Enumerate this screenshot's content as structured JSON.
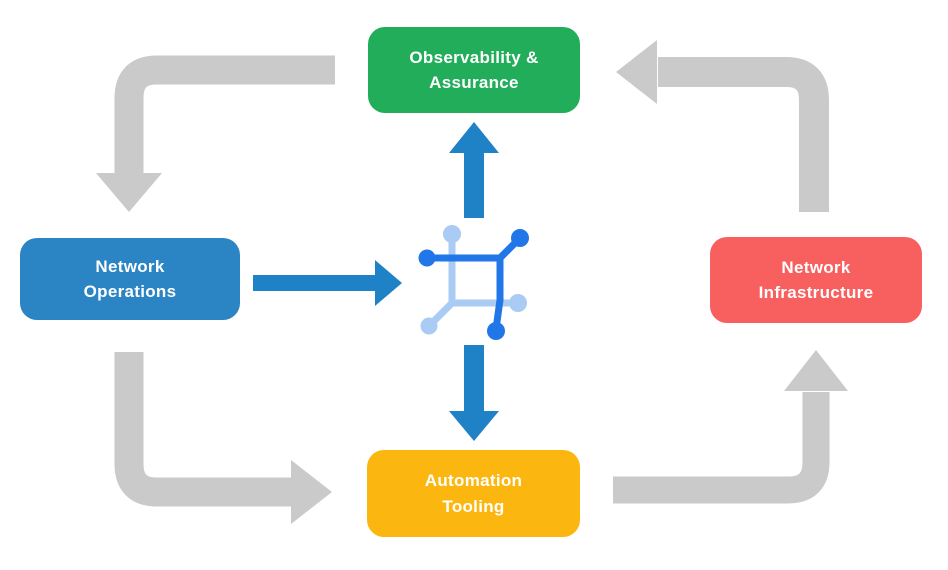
{
  "diagram": {
    "type": "cycle-flow-diagram",
    "nodes": [
      {
        "id": "observability-assurance",
        "label": "Observability &\nAssurance",
        "color": "#22AD5B"
      },
      {
        "id": "network-operations",
        "label": "Network\nOperations",
        "color": "#2B85C4"
      },
      {
        "id": "network-infrastructure",
        "label": "Network\nInfrastructure",
        "color": "#F85F5F"
      },
      {
        "id": "automation-tooling",
        "label": "Automation\nTooling",
        "color": "#FBB70F"
      }
    ],
    "center_icon": "network-mesh",
    "flows": {
      "outer_cycle": [
        {
          "from": "Observability & Assurance",
          "to": "Network Operations"
        },
        {
          "from": "Network Operations",
          "to": "Automation Tooling"
        },
        {
          "from": "Automation Tooling",
          "to": "Network Infrastructure"
        },
        {
          "from": "Network Infrastructure",
          "to": "Observability & Assurance"
        }
      ],
      "center_links": [
        {
          "from": "Network Operations",
          "to": "center-icon"
        },
        {
          "from": "center-icon",
          "to": "Observability & Assurance"
        },
        {
          "from": "center-icon",
          "to": "Automation Tooling"
        }
      ]
    },
    "colors": {
      "background": "#FFFFFF",
      "arrow_gray": "#CACACA",
      "arrow_blue": "#1F82C6",
      "icon_dark_blue": "#2277E8",
      "icon_light_blue": "#A9CBF4",
      "label_text": "#FFFFFF"
    }
  }
}
